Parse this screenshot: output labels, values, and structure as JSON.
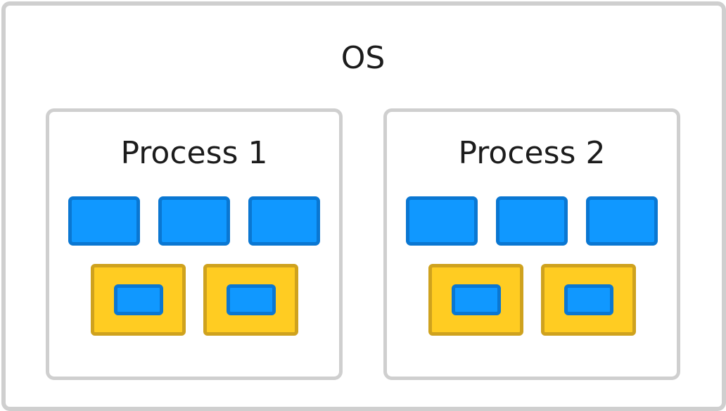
{
  "diagram": {
    "os_label": "OS",
    "processes": [
      {
        "title": "Process 1",
        "blue_blocks": 3,
        "yellow_blocks": 2
      },
      {
        "title": "Process 2",
        "blue_blocks": 3,
        "yellow_blocks": 2
      }
    ]
  },
  "colors": {
    "frame_border": "#cfcfcf",
    "blue_fill": "#1098ff",
    "blue_border": "#0a77d2",
    "yellow_fill": "#ffcc22",
    "yellow_border": "#cfa21e",
    "text": "#1c1c1c"
  }
}
